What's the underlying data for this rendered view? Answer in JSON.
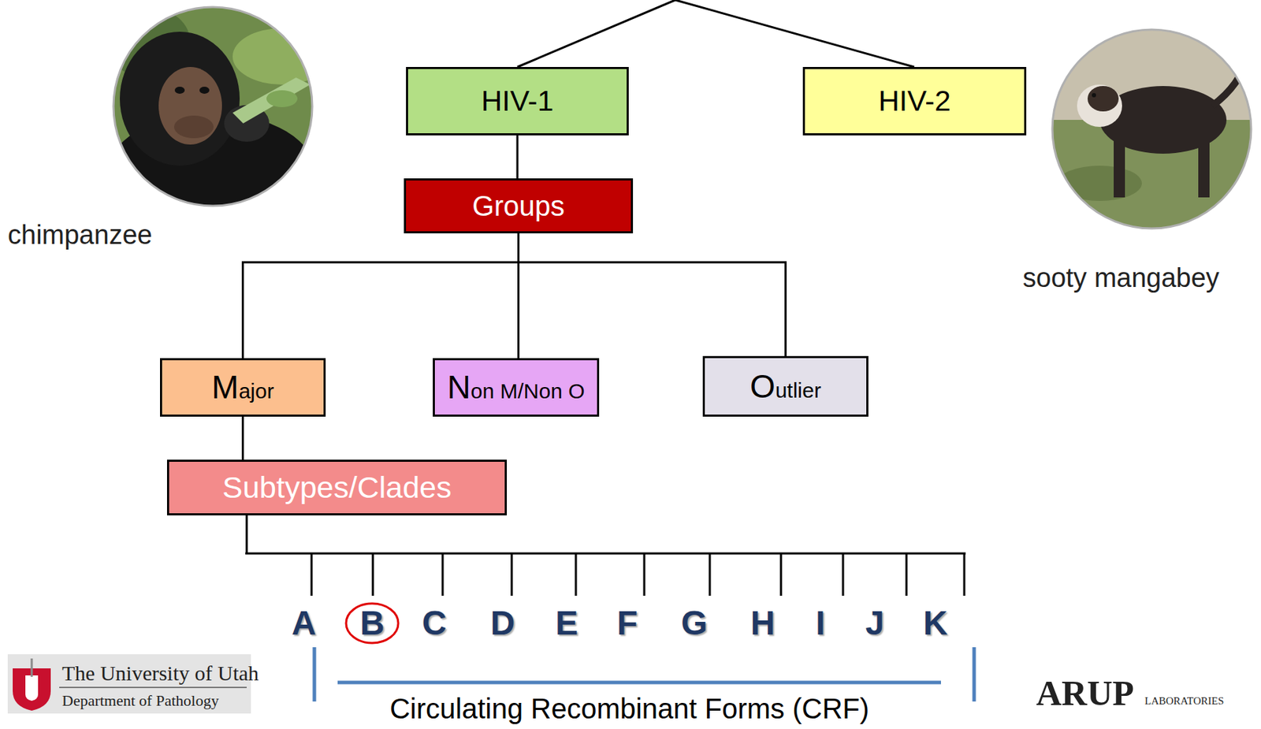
{
  "diagram": {
    "nodes": [
      {
        "text": [
          "HIV-1"
        ]
      },
      {
        "text": [
          "HIV-2"
        ]
      },
      {
        "text": [
          "Groups"
        ]
      },
      {
        "text": [
          "Major"
        ]
      },
      {
        "text": [
          "Non M/Non O"
        ]
      },
      {
        "text": [
          "Outlier"
        ]
      },
      {
        "text": [
          "Subtypes/Clades"
        ]
      }
    ],
    "edges": [
      {
        "from": 0,
        "to": 2,
        "arrow": "none"
      },
      {
        "from": 2,
        "to": 3,
        "arrow": "none"
      },
      {
        "from": 2,
        "to": 4,
        "arrow": "none"
      },
      {
        "from": 2,
        "to": 5,
        "arrow": "none"
      },
      {
        "from": 3,
        "to": 6,
        "arrow": "none"
      }
    ],
    "labels": [
      "chimpanzee",
      "sooty mangabey",
      "A",
      "B",
      "C",
      "D",
      "E",
      "F",
      "G",
      "H",
      "I",
      "J",
      "K",
      "Circulating Recombinant Forms (CRF)",
      "The University of Utah",
      "Department of Pathology",
      "ARUP",
      "LABORATORIES"
    ]
  }
}
